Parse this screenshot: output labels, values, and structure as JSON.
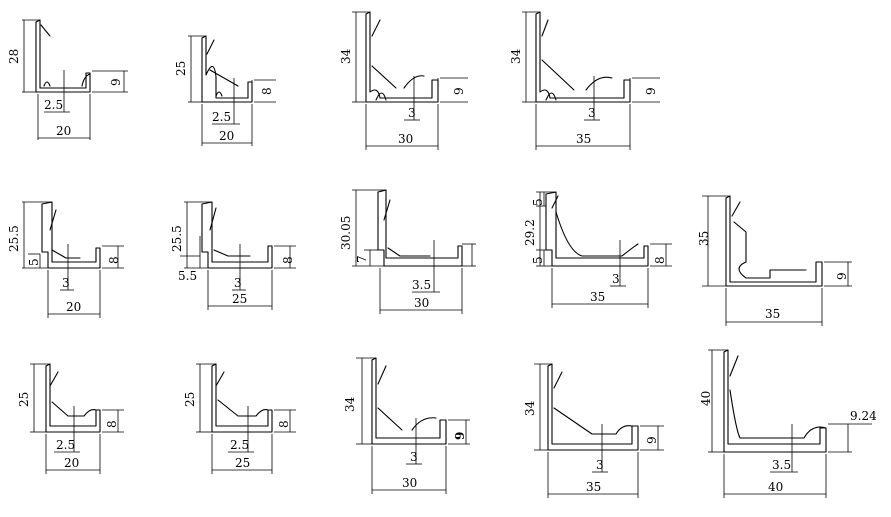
{
  "profiles": [
    {
      "id": "p1",
      "height": "28",
      "width": "20",
      "lip": "9",
      "thickness": "2.5"
    },
    {
      "id": "p2",
      "height": "25",
      "width": "20",
      "lip": "8",
      "thickness": "2.5"
    },
    {
      "id": "p3",
      "height": "34",
      "width": "30",
      "lip": "9",
      "thickness": "3"
    },
    {
      "id": "p4",
      "height": "34",
      "width": "35",
      "lip": "9",
      "thickness": "3"
    },
    {
      "id": "p5",
      "height": "25.5",
      "width": "20",
      "lip": "8",
      "thickness": "3",
      "step": "5"
    },
    {
      "id": "p6",
      "height": "25.5",
      "width": "25",
      "lip": "8",
      "thickness": "3",
      "step": "5.5"
    },
    {
      "id": "p7",
      "height": "30.05",
      "width": "30",
      "lip": "",
      "thickness": "3.5",
      "step": "7"
    },
    {
      "id": "p8",
      "height": "29.2",
      "width": "35",
      "lip": "8",
      "thickness": "3",
      "step": "5",
      "top_step": "5"
    },
    {
      "id": "p9",
      "height": "35",
      "width": "35",
      "lip": "9",
      "thickness": ""
    },
    {
      "id": "p10",
      "height": "25",
      "width": "20",
      "lip": "8",
      "thickness": "2.5"
    },
    {
      "id": "p11",
      "height": "25",
      "width": "25",
      "lip": "8",
      "thickness": "2.5"
    },
    {
      "id": "p12",
      "height": "34",
      "width": "30",
      "lip": "9",
      "thickness": "3"
    },
    {
      "id": "p13",
      "height": "34",
      "width": "35",
      "lip": "9",
      "thickness": "3"
    },
    {
      "id": "p14",
      "height": "40",
      "width": "40",
      "lip": "9.24",
      "thickness": "3.5"
    }
  ]
}
